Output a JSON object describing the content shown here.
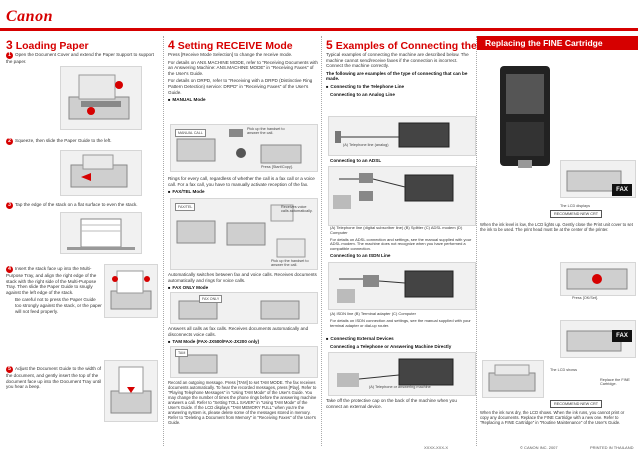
{
  "header": {
    "logo": "Canon"
  },
  "sections": {
    "s3": {
      "num": "3",
      "title": "Loading Paper"
    },
    "s4": {
      "num": "4",
      "title": "Setting RECEIVE Mode"
    },
    "s5": {
      "num": "5",
      "title": "Examples of Connecting the Machine"
    },
    "s6": {
      "title": "Replacing the FINE Cartridge"
    }
  },
  "col3": {
    "step1_num": "1",
    "step1": "Open the Document Cover and extend the Paper Support to support the paper.",
    "step2_num": "2",
    "step2": "Squeeze, then slide the Paper Guide to the left.",
    "step3_num": "3",
    "step3": "Tap the edge of the stack on a flat surface to even the stack.",
    "step4_num": "4",
    "step4a": "Insert the stack face up into the Multi-Purpose Tray, and align the right edge of the stack with the right side of the Multi-Purpose Tray. Then slide the Paper Guide to snugly against the left edge of the stack.",
    "step4b": "Be careful not to press the Paper Guide too strongly against the stack, or the paper will not feed properly.",
    "step5_num": "5",
    "step5": "Adjust the Document Guide to the width of the document, and gently insert the top of the document face up into the Document Tray until you hear a beep."
  },
  "col4": {
    "intro": "Press [Receive Mode Selection] to change the receive mode.",
    "p1": "For details on ANS.MACHINE MODE, refer to \"Receiving Documents with an Answering Machine: ANS.MACHINE MODE\" in \"Receiving Faxes\" of the User's Guide.",
    "p2": "For details on DRPD, refer to \"Receiving with a DRPD (Distinctive Ring Pattern Detection) service: DRPD\" in \"Receiving Faxes\" of the User's Guide.",
    "manual": "MANUAL Mode",
    "manual_desc": "Rings for every call, regardless of whether the call is a fax call or a voice call. For a fax call, you have to manually activate reception of the fax.",
    "faxtel": "FAX/TEL Mode",
    "faxtel_desc": "Automatically switches between fax and voice calls. Receives documents automatically and rings for voice calls.",
    "faxonly": "FAX ONLY Mode",
    "faxonly_desc": "Answers all calls as fax calls. Receives documents automatically and disconnects voice calls.",
    "tam": "TAM Mode (FAX-JX500/FAX-JX200 only)",
    "tam_desc": "Record an outgoing message. Press [TAM] to set TAM MODE. The fax receives documents automatically. To hear the recorded messages, press [Play]. Refer to \"Playing Telephone Messages\" in \"Using TAM Mode\" of the User's Guide. You may change the number of times the phone rings before the answering machine answers a call. Refer to \"Setting TOLL SAVER\" in \"Using TAM Mode\" of the User's Guide. If the LCD displays \"TAM MEMORY FULL\" when you're the answering system is, please delete some of the messages stored in memory. Refer to \"Deleting a Document from Memory\" in \"Receiving Faxes\" of the User's Guide.",
    "lcd_manual": "MANUAL CALL",
    "lcd_faxtel": "FAX/TEL",
    "lcd_faxonly": "FAX ONLY",
    "lcd_tam": "TAM",
    "note_pickup": "Pick up the handset to answer the call.",
    "note_fax": "Press [Start/Copy].",
    "note_voice": "Receives voice calls automatically.",
    "note_tel": "Pick up the handset to answer the call."
  },
  "col5": {
    "intro": "Typical examples of connecting the machine are described below. The machine cannot send/receive faxes if the connection is incorrect. Connect the machine correctly.",
    "following": "The following are examples of the type of connecting that can be made.",
    "tel": "Connecting to the Telephone Line",
    "analog": "Connecting to an Analog Line",
    "adsl": "Connecting to an ADSL",
    "isdn": "Connecting to an ISDN Line",
    "ext": "Connecting External Devices",
    "phone_ans": "Connecting a Telephone or Answering Machine Directly",
    "legend_analog": "(A) Telephone line (analog)",
    "legend_adsl": "(A) Telephone line (digital subscriber line) (B) Splitter (C) ADSL modem (D) Computer",
    "adsl_note": "For details on ADSL connection and settings, see the manual supplied with your ADSL modem. The machine does not recognize when you have performed a compatible connection.",
    "legend_isdn": "(A) ISDN line (B) Terminal adapter (C) Computer",
    "isdn_note": "For details on ISDN connection and settings, see the manual supplied with your terminal adapter or dial-up router.",
    "legend_ext": "(A) Telephone or answering machine",
    "ext_note": "Take off the protective cap on the back of the machine when you connect an external device.",
    "label_a": "A",
    "label_b": "B",
    "label_c": "C",
    "label_d": "D"
  },
  "col6": {
    "fax_badge": "FAX",
    "rec_new": "RECOMMEND NEW CRT",
    "cap1": "The LCD displays",
    "p1": "When the ink level is low, the LCD lights up. Gently close the Print unit cover to set the ink to be used. The print head must be at the center of the printer.",
    "cap2": "Press [OK/Set].",
    "cap3": "The LCD shows",
    "cap4": "Replace the FINE Cartridge.",
    "p2": "When the ink runs dry, the LCD shows. When the ink runs, you cannot print or copy any documents. Replace the FINE Cartridge with a new one. Refer to \"Replacing a FINE Cartridge\" in \"Routine Maintenance\" of the User's Guide."
  },
  "footer": {
    "code": "XXXX-XXX-X",
    "copyright": "© CANON INC. 2007",
    "printed": "PRINTED IN THAILAND"
  },
  "colors": {
    "accent": "#d60000",
    "text": "#222222",
    "panel": "#f1f1f1"
  }
}
